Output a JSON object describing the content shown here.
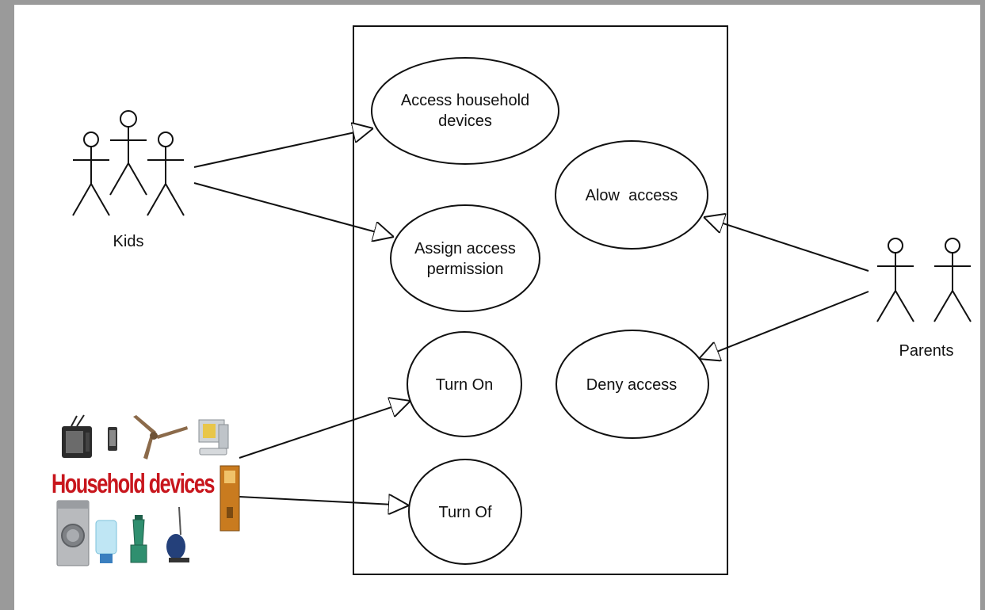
{
  "diagram": {
    "actors": {
      "kids": {
        "label": "Kids"
      },
      "parents": {
        "label": "Parents"
      },
      "household": {
        "label": "Household devices"
      }
    },
    "use_cases": {
      "access_devices": {
        "line1": "Access household",
        "line2": "devices"
      },
      "assign_permission": {
        "line1": "Assign access",
        "line2": "permission"
      },
      "allow_access": {
        "label": "Alow  access"
      },
      "deny_access": {
        "label": "Deny access"
      },
      "turn_on": {
        "label": "Turn On"
      },
      "turn_off": {
        "label": "Turn Of"
      }
    },
    "colors": {
      "line": "#111111",
      "household_title": "#c8161d",
      "background": "#ffffff",
      "frame": "#9a9a9a"
    }
  }
}
